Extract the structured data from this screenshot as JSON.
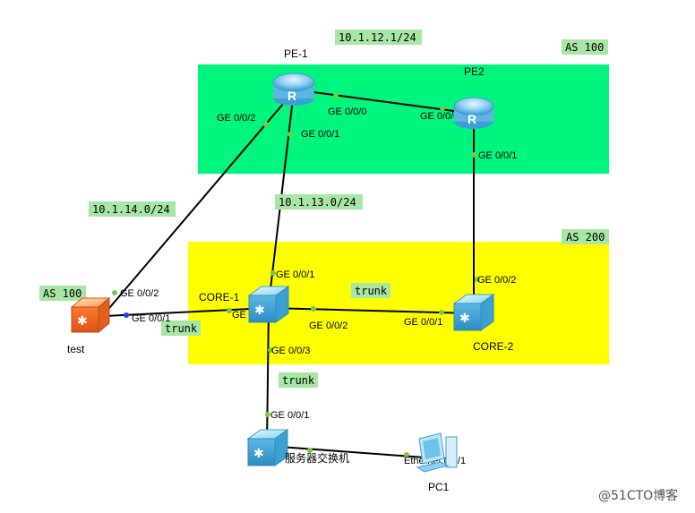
{
  "zones": {
    "as100_top": "AS 100",
    "as200": "AS 200",
    "as100_left": "AS 100"
  },
  "subnets": {
    "pe1_pe2": "10.1.12.1/24",
    "pe1_core1": "10.1.13.0/24",
    "pe1_test": "10.1.14.0/24"
  },
  "trunks": {
    "core1_core2": "trunk",
    "test_core1": "trunk",
    "core1_server": "trunk"
  },
  "devices": {
    "pe1": "PE-1",
    "pe2": "PE2",
    "core1": "CORE-1",
    "core2": "CORE-2",
    "test": "test",
    "server_switch": "服务器交换机",
    "pc1": "PC1"
  },
  "ports": {
    "pe1_g002": "GE 0/0/2",
    "pe1_g000": "GE 0/0/0",
    "pe1_g001": "GE 0/0/1",
    "pe2_g000": "GE 0/0/0",
    "pe2_g001": "GE 0/0/1",
    "core1_g001": "GE 0/0/1",
    "core1_g004": "GE 0/0/4",
    "core1_g002": "GE 0/0/2",
    "core1_g003": "GE 0/0/3",
    "core2_g002": "GE 0/0/2",
    "core2_g001": "GE 0/0/1",
    "test_g002": "GE 0/0/2",
    "test_g001": "GE 0/0/1",
    "server_g001": "GE 0/0/1",
    "pc1_eth": "Ethernet 0/0/1"
  },
  "watermark": "@51CTO博客"
}
